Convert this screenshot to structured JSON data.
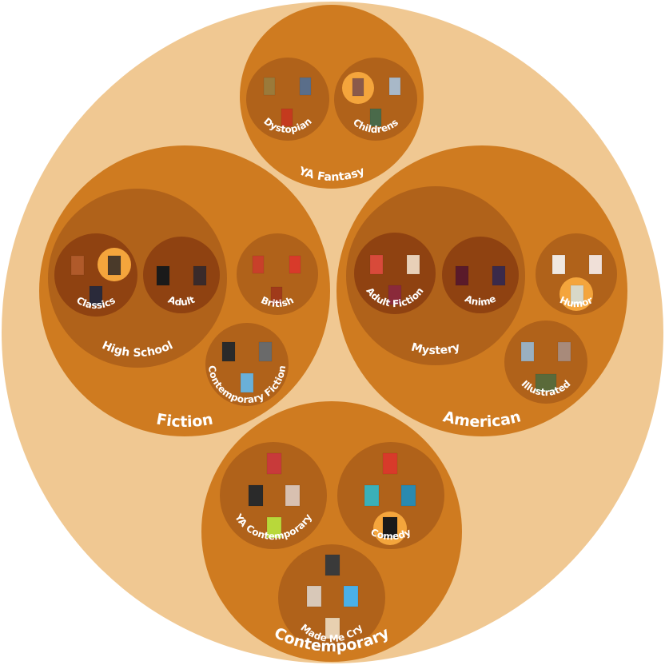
{
  "palette": {
    "root": "#f0c892",
    "level1": "#cf7b20",
    "level2": "#b0621a",
    "level3": "#8f4211",
    "highlight": "#f4a53c",
    "label": "#ffffff"
  },
  "root": {
    "label": "",
    "groups": [
      {
        "label": "YA Fantasy",
        "children": [
          {
            "label": "Dystopian",
            "books": [
              "#9b7a3a",
              "#5a6e8a",
              "#c43a1e"
            ]
          },
          {
            "label": "Childrens",
            "books": [
              "#8a5a4a",
              "#a8b8c8",
              "#4a6a4a"
            ],
            "highlight": true
          }
        ]
      },
      {
        "label": "Fiction",
        "children": [
          {
            "label": "High School",
            "children": [
              {
                "label": "Classics",
                "books": [
                  "#b05a2a",
                  "#4a3a2a",
                  "#2a2a3a"
                ],
                "highlight": true
              },
              {
                "label": "Adult",
                "books": [
                  "#1a1a1a",
                  "#3a2a2a"
                ]
              }
            ]
          },
          {
            "label": "British",
            "books": [
              "#c8402a",
              "#d83a2a",
              "#a03a1a"
            ]
          },
          {
            "label": "Contemporary Fiction",
            "books": [
              "#2a2a2a",
              "#6a6a6a",
              "#6ab0d8"
            ]
          }
        ]
      },
      {
        "label": "American",
        "children": [
          {
            "label": "Mystery",
            "children": [
              {
                "label": "Adult Fiction",
                "books": [
                  "#d84a3a",
                  "#e8d0b8",
                  "#8a2a3a"
                ]
              },
              {
                "label": "Anime",
                "books": [
                  "#5a1a2a",
                  "#3a2a4a"
                ]
              }
            ]
          },
          {
            "label": "Humor",
            "books": [
              "#f0e8e0",
              "#f0e0d8",
              "#d8d8c8"
            ],
            "highlight": true
          },
          {
            "label": "Illustrated",
            "books": [
              "#9ab0c0",
              "#a88a7a",
              "#5a6a3a"
            ]
          }
        ]
      },
      {
        "label": "Contemporary",
        "children": [
          {
            "label": "YA Contemporary",
            "books": [
              "#c83a3a",
              "#2a2a2a",
              "#d8c0b0",
              "#b8d83a"
            ]
          },
          {
            "label": "Comedy",
            "books": [
              "#d83a2a",
              "#3ab0b8",
              "#2a8ab0",
              "#1a1a1a"
            ],
            "highlight": true
          },
          {
            "label": "Made Me Cry",
            "books": [
              "#3a3a3a",
              "#d8c8b8",
              "#4ab0e8",
              "#e8d0b0"
            ]
          }
        ]
      }
    ]
  }
}
